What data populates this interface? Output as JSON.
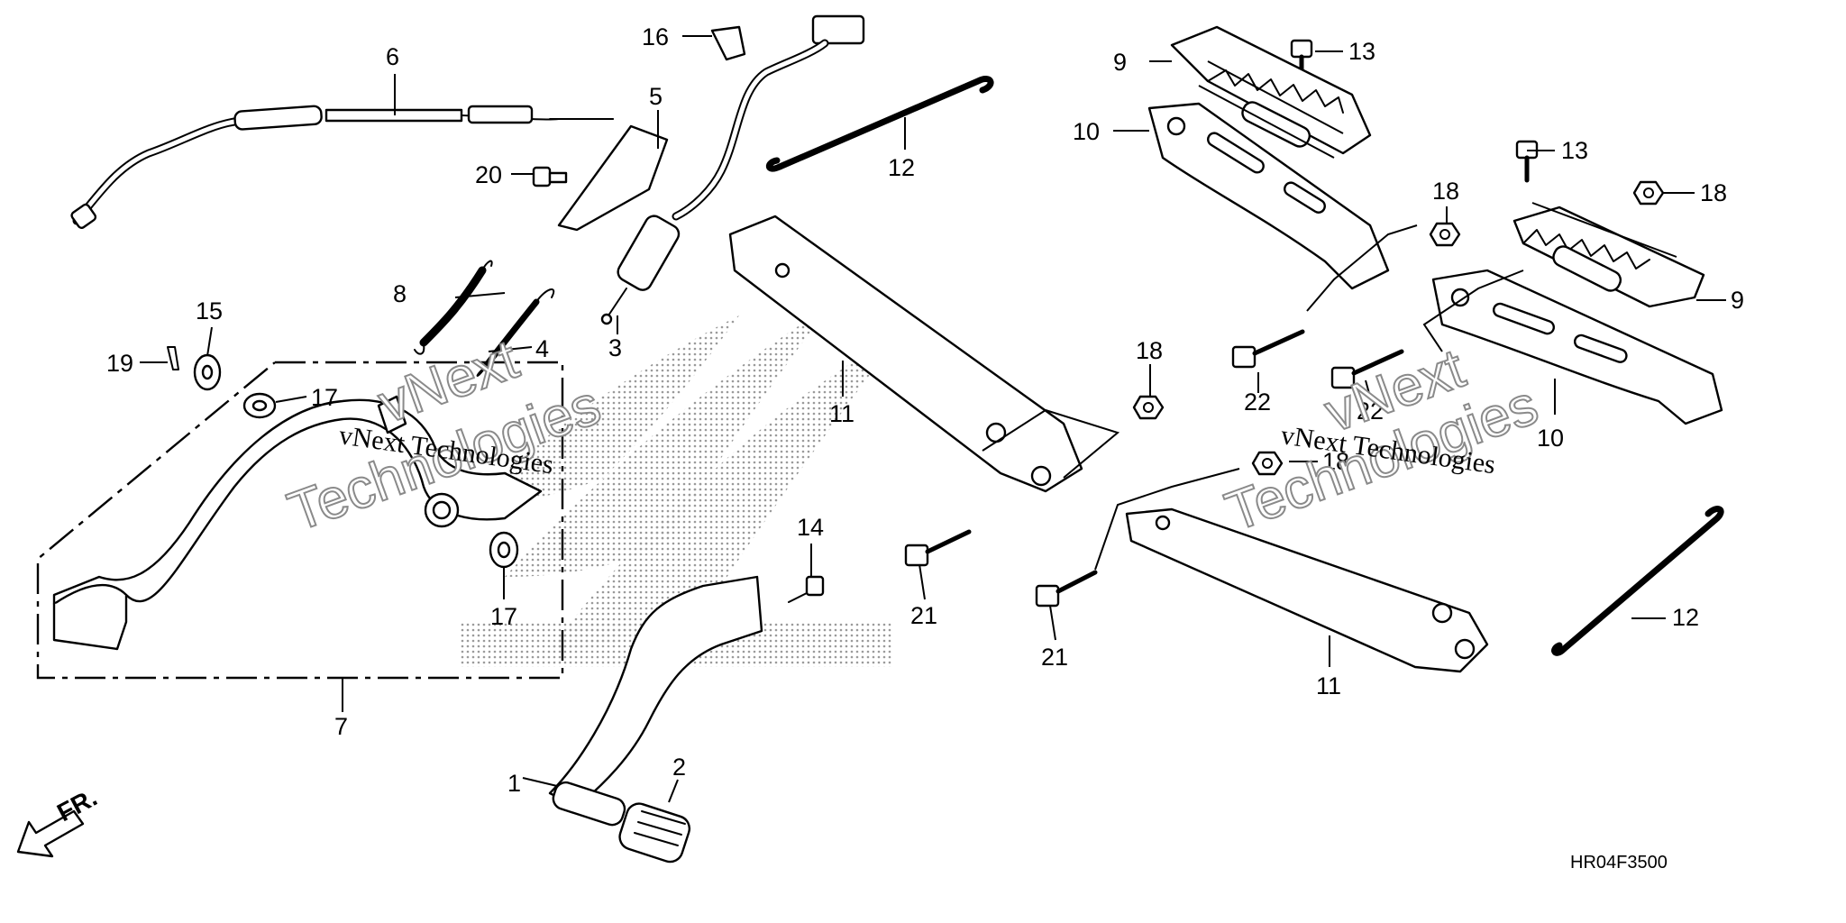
{
  "diagram_code": "HR04F3500",
  "front_indicator": "FR.",
  "watermark": {
    "line1": "vNext",
    "line2": "Technologies",
    "inline_1": "vNext Technologies",
    "inline_2": "vNext Technologies"
  },
  "callouts": {
    "c1": "1",
    "c2": "2",
    "c3": "3",
    "c4": "4",
    "c5": "5",
    "c6": "6",
    "c7": "7",
    "c8": "8",
    "c9a": "9",
    "c9b": "9",
    "c10a": "10",
    "c10b": "10",
    "c11a": "11",
    "c11b": "11",
    "c12a": "12",
    "c12b": "12",
    "c13a": "13",
    "c13b": "13",
    "c14": "14",
    "c15": "15",
    "c16": "16",
    "c17a": "17",
    "c17b": "17",
    "c18a": "18",
    "c18b": "18",
    "c18c": "18",
    "c18d": "18",
    "c19": "19",
    "c20": "20",
    "c21a": "21",
    "c21b": "21",
    "c22a": "22",
    "c22b": "22"
  },
  "colors": {
    "ink": "#000000",
    "paper": "#ffffff",
    "logo_dots": "#9a9a9a"
  }
}
